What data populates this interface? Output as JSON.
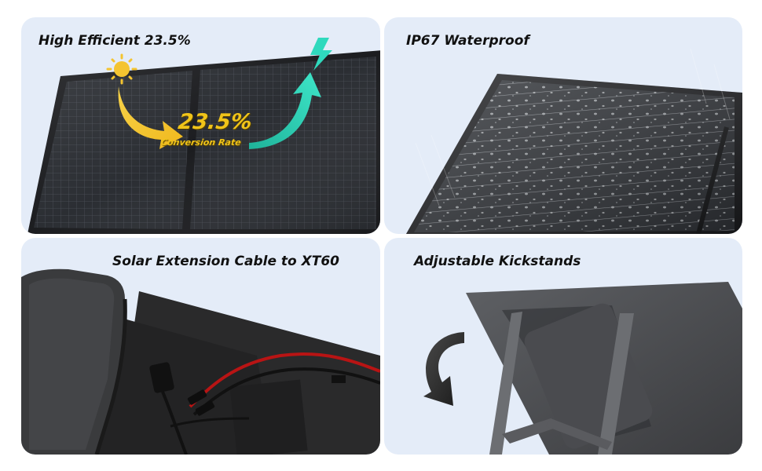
{
  "panels": [
    {
      "caption": "High Efficient 23.5%",
      "badge_value": "23.5%",
      "badge_label": "Conversion Rate"
    },
    {
      "caption": "IP67 Waterproof"
    },
    {
      "caption": "Solar Extension Cable to XT60"
    },
    {
      "caption": "Adjustable Kickstands"
    }
  ],
  "colors": {
    "panel_bg": "#e4ecf8",
    "solar_cell": "#2a2d31",
    "accent_yellow": "#f0c419",
    "accent_teal": "#27d3b6",
    "cable_red": "#d11a1a"
  }
}
